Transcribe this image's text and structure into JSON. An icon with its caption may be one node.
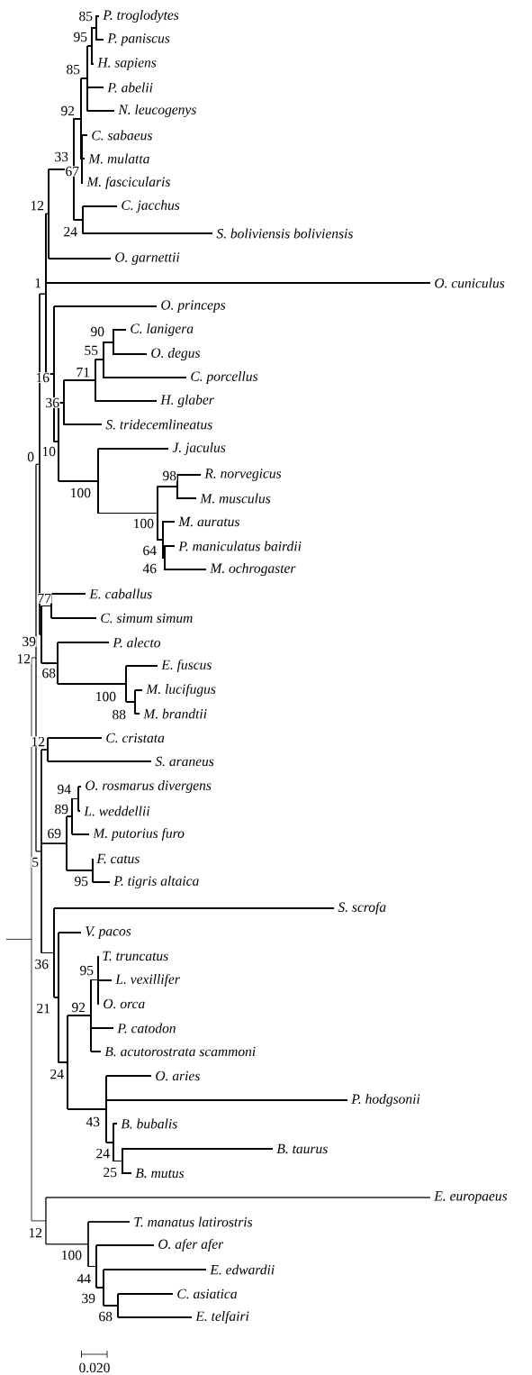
{
  "diagram": {
    "labels": [
      "85",
      "P. troglodytes",
      "95",
      "P. paniscus",
      "H. sapiens",
      "85",
      "P. abelii",
      "92",
      "N. leucogenys",
      "C. sabaeus",
      "33",
      "M. mulatta",
      "67",
      "M. fascicularis",
      "12",
      "C. jacchus",
      "24",
      "S. boliviensis boliviensis",
      "O. garnettii",
      "1",
      "O. cuniculus",
      "O. princeps",
      "90",
      "C. lanigera",
      "55",
      "O. degus",
      "71",
      "C. porcellus",
      "16",
      "36",
      "H. glaber",
      "S. tridecemlineatus",
      "J. jaculus",
      "10",
      "0",
      "98",
      "R. norvegicus",
      "100",
      "M. musculus",
      "M. auratus",
      "100",
      "P. maniculatus bairdii",
      "64",
      "46",
      "M. ochrogaster",
      "E. caballus",
      "77",
      "C. simum simum",
      "P. alecto",
      "39",
      "12",
      "E. fuscus",
      "68",
      "M. lucifugus",
      "100",
      "M. brandtii",
      "88",
      "C. cristata",
      "12",
      "S. araneus",
      "94",
      "O. rosmarus divergens",
      "89",
      "L. weddellii",
      "69",
      "M. putorius furo",
      "F. catus",
      "5",
      "95",
      "P. tigris altaica",
      "S. scrofa",
      "V. pacos",
      "T. truncatus",
      "36",
      "95",
      "L. vexillifer",
      "O. orca",
      "92",
      "21",
      "P. catodon",
      "B. acutorostrata scammoni",
      "24",
      "O. aries",
      "P. hodgsonii",
      "43",
      "B. bubalis",
      "B. taurus",
      "24",
      "25",
      "B. mutus",
      "E. europaeus",
      "T. manatus latirostris",
      "12",
      "O. afer afer",
      "100",
      "E. edwardii",
      "44",
      "C. asiatica",
      "39",
      "E. telfairi",
      "68",
      "0.020"
    ]
  }
}
